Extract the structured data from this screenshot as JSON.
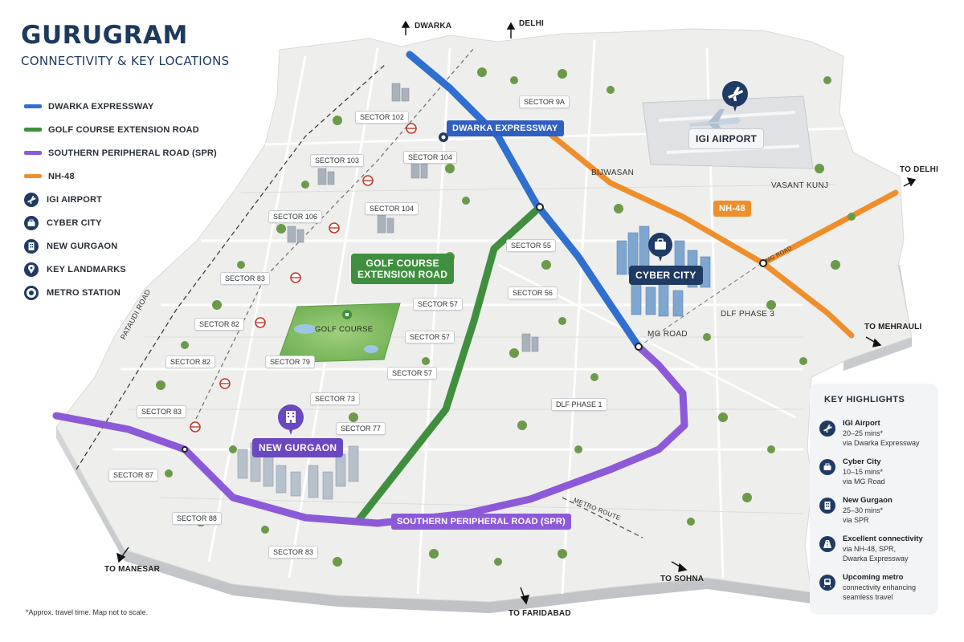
{
  "header": {
    "title": "GURUGRAM",
    "subtitle": "CONNECTIVITY & KEY LOCATIONS"
  },
  "legend": {
    "routes": [
      {
        "label": "DWARKA EXPRESSWAY",
        "color": "#2f6fd0"
      },
      {
        "label": "GOLF COURSE EXTENSION ROAD",
        "color": "#3f8f3f"
      },
      {
        "label": "SOUTHERN PERIPHERAL ROAD (SPR)",
        "color": "#8c5ad8"
      },
      {
        "label": "NH-48",
        "color": "#ef8f2c"
      }
    ],
    "places": [
      {
        "label": "IGI AIRPORT",
        "icon": "airplane-icon"
      },
      {
        "label": "CYBER CITY",
        "icon": "briefcase-icon"
      },
      {
        "label": "NEW GURGAON",
        "icon": "building-icon"
      },
      {
        "label": "KEY LANDMARKS",
        "icon": "pin-icon"
      },
      {
        "label": "METRO STATION",
        "icon": "metro-icon"
      }
    ]
  },
  "sectors": {
    "s102": "SECTOR 102",
    "s103": "SECTOR 103",
    "s104a": "SECTOR 104",
    "s104b": "SECTOR 104",
    "s106": "SECTOR 106",
    "s83a": "SECTOR 83",
    "s82a": "SECTOR 82",
    "s82b": "SECTOR 82",
    "s83b": "SECTOR 83",
    "s87": "SECTOR 87",
    "s88": "SECTOR 88",
    "s83c": "SECTOR 83",
    "s79": "SECTOR 79",
    "s73": "SECTOR 73",
    "s77": "SECTOR 77",
    "s57a": "SECTOR 57",
    "s57b": "SECTOR 57",
    "s57c": "SECTOR 57",
    "s55": "SECTOR 55",
    "s56": "SECTOR 56",
    "s9a": "SECTOR 9A",
    "dlf1": "DLF PHASE 1"
  },
  "places": {
    "golf_course": "GOLF COURSE",
    "bijwasan": "BIJWASAN",
    "vasant_kunj": "VASANT KUNJ",
    "dlf3": "DLF PHASE 3",
    "mg_road": "MG ROAD",
    "mg_road_small": "MG ROAD",
    "pataudi_road": "PATAUDI ROAD",
    "metro_route": "METRO ROUTE"
  },
  "badges": {
    "dwarka_expressway": "DWARKA EXPRESSWAY",
    "golf_ext_1": "GOLF COURSE",
    "golf_ext_2": "EXTENSION ROAD",
    "nh48": "NH-48",
    "spr": "SOUTHERN PERIPHERAL ROAD (SPR)",
    "igi_airport": "IGI AIRPORT",
    "cyber_city": "CYBER CITY",
    "new_gurgaon": "NEW GURGAON"
  },
  "destinations": {
    "dwarka": "DWARKA",
    "delhi": "DELHI",
    "to_delhi": "TO DELHI",
    "to_mehrauli": "TO MEHRAULI",
    "to_manesar": "TO MANESAR",
    "to_faridabad": "TO FARIDABAD",
    "to_sohna": "TO SOHNA"
  },
  "highlights": {
    "title": "KEY HIGHLIGHTS",
    "items": [
      {
        "name": "IGI Airport",
        "line1": "20–25 mins*",
        "line2": "via Dwarka Expressway",
        "icon": "airplane-icon"
      },
      {
        "name": "Cyber City",
        "line1": "10–15 mins*",
        "line2": "via MG Road",
        "icon": "briefcase-icon"
      },
      {
        "name": "New Gurgaon",
        "line1": "25–30 mins*",
        "line2": "via SPR",
        "icon": "building-icon"
      },
      {
        "name": "Excellent connectivity",
        "line1": "via NH-48, SPR,",
        "line2": "Dwarka Expressway",
        "icon": "road-icon"
      },
      {
        "name": "Upcoming metro",
        "line1": "connectivity enhancing",
        "line2": "seamless travel",
        "icon": "metro-train-icon"
      }
    ]
  },
  "footnote": "*Approx. travel time. Map not to scale."
}
